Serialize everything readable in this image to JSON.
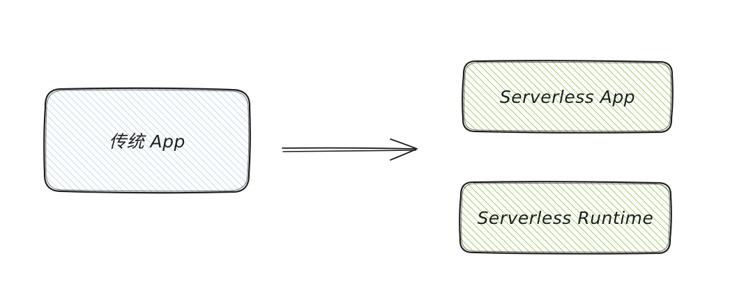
{
  "diagram": {
    "nodes": {
      "traditional_app": {
        "label": "传统 App",
        "fill": "#a5d8ff"
      },
      "serverless_app": {
        "label": "Serverless App",
        "fill": "#b2f2bb"
      },
      "serverless_runtime": {
        "label": "Serverless Runtime",
        "fill": "#b2f2bb"
      }
    },
    "stroke_color": "#1e1e1e",
    "hatch_colors": {
      "blue": "#a5c8e0",
      "green": "#8cc63f"
    }
  }
}
